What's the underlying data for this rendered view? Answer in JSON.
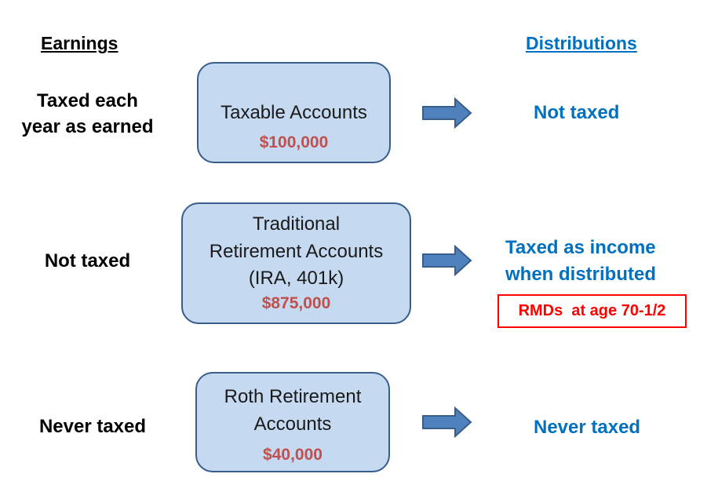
{
  "headings": {
    "left": "Earnings",
    "right": "Distributions"
  },
  "rows": [
    {
      "earnings_lines": [
        "Taxed each",
        "year as earned"
      ],
      "account_lines": [
        "Taxable Accounts"
      ],
      "amount": "$100,000",
      "distribution_lines": [
        "Not taxed"
      ]
    },
    {
      "earnings_lines": [
        "Not taxed"
      ],
      "account_lines": [
        "Traditional",
        "Retirement Accounts",
        "(IRA, 401k)"
      ],
      "amount": "$875,000",
      "distribution_lines": [
        "Taxed as income",
        "when distributed"
      ]
    },
    {
      "earnings_lines": [
        "Never taxed"
      ],
      "account_lines": [
        "Roth Retirement",
        "Accounts"
      ],
      "amount": "$40,000",
      "distribution_lines": [
        "Never taxed"
      ]
    }
  ],
  "note": "RMDs  at age 70-1/2",
  "colors": {
    "box_fill": "#c5d9f1",
    "box_border": "#385d8a",
    "amount": "#c0504d",
    "distribution_text": "#0070c0",
    "arrow_fill": "#4f81bd",
    "arrow_stroke": "#385d8a",
    "note": "#ff0000"
  },
  "icons": [
    "right-arrow-icon"
  ]
}
